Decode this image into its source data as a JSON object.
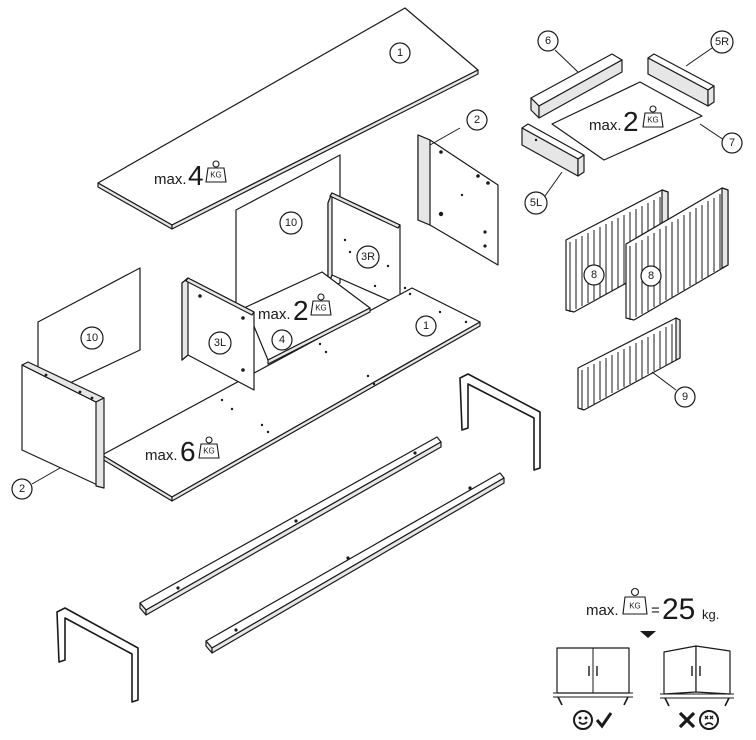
{
  "callouts": {
    "top_board": "1",
    "bottom_board": "1",
    "side_right": "2",
    "side_left": "2",
    "divider_left": "3L",
    "divider_right": "3R",
    "shelf": "4",
    "drawer_side_left": "5L",
    "drawer_side_right": "5R",
    "drawer_front_back": "6",
    "drawer_bottom": "7",
    "door_left": "8",
    "door_right": "8",
    "front_panel": "9",
    "back_left": "10",
    "back_right": "10"
  },
  "load_limits": {
    "prefix": "max.",
    "top": "4",
    "shelf": "2",
    "drawer": "2",
    "bottom": "6",
    "kg_symbol": "KG"
  },
  "total_load": {
    "prefix": "max.",
    "equals": "=",
    "value": "25",
    "unit": "kg."
  },
  "icons": {
    "weight": "weight-kg-icon",
    "ok": "smiley-check-icon",
    "bad": "cross-frown-icon"
  }
}
